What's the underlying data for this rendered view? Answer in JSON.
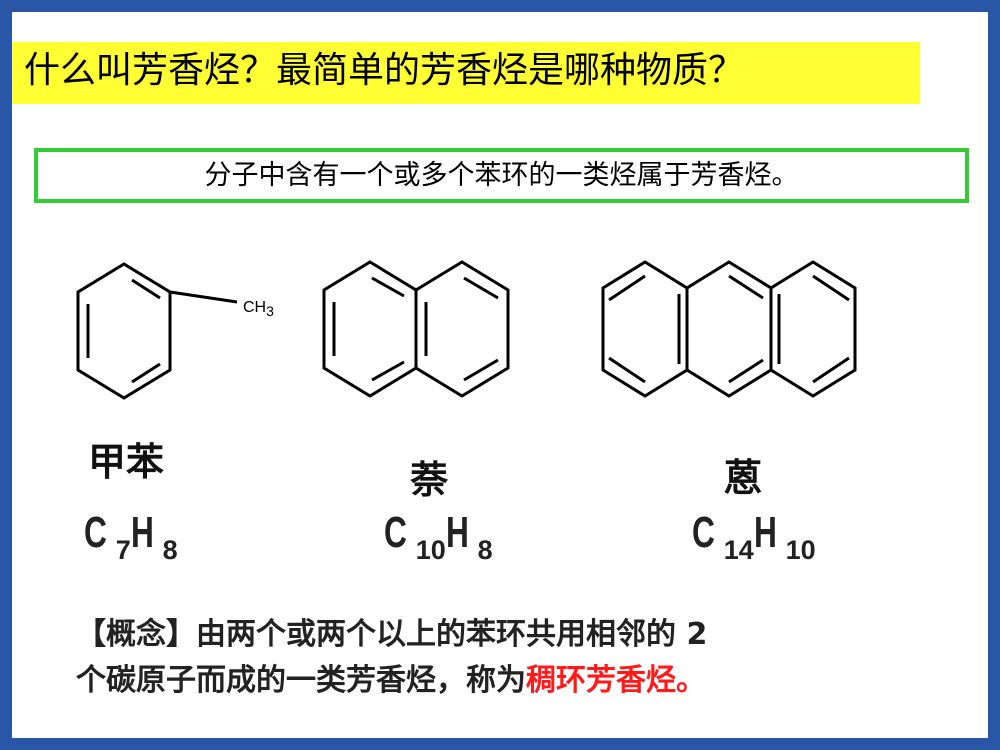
{
  "title": "什么叫芳香烃？最简单的芳香烃是哪种物质？",
  "definition": "分子中含有一个或多个苯环的一类烃属于芳香烃。",
  "molecules": [
    {
      "name": "甲苯",
      "formula_c": "C",
      "sub_c": "7",
      "formula_h": "H",
      "sub_h": "8",
      "substituent": "CH3",
      "sub_label_main": "CH",
      "sub_label_num": "3"
    },
    {
      "name": "萘",
      "formula_c": "C",
      "sub_c": "10",
      "formula_h": "H",
      "sub_h": "8"
    },
    {
      "name": "蒽",
      "formula_c": "C",
      "sub_c": "14",
      "formula_h": "H",
      "sub_h": "10"
    }
  ],
  "concept": {
    "line1": "【概念】由两个或两个以上的苯环共用相邻的 2",
    "line2_black": "个碳原子而成的一类芳香烃，称为",
    "line2_red": "稠环芳香烃。"
  },
  "colors": {
    "frame": "#2a56a8",
    "title_bg": "#ffff33",
    "def_border": "#33cc33",
    "highlight": "#ff1a1a"
  }
}
